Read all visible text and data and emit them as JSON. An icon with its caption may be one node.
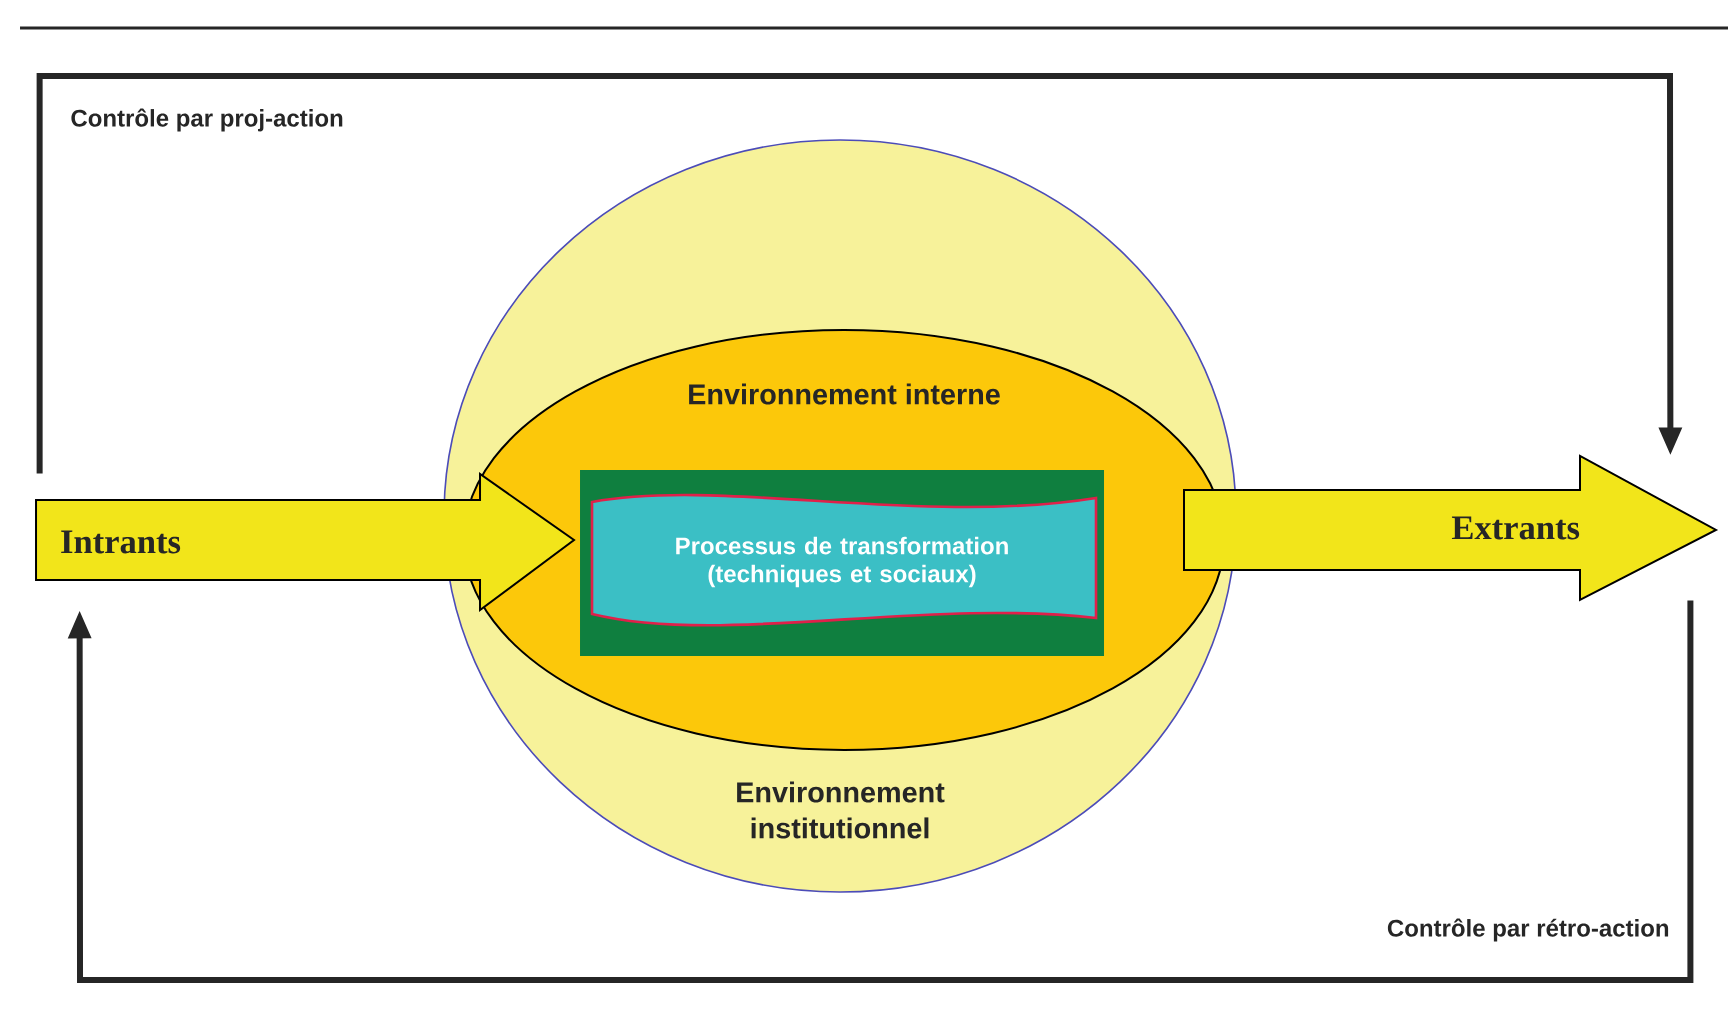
{
  "diagram": {
    "nodes": [
      {
        "text": [
          "Environnement institutionnel"
        ]
      },
      {
        "text": [
          "Environnement interne"
        ],
        "in": 0
      },
      {
        "text": [
          "Processus de transformation (techniques et sociaux)"
        ],
        "in": 1
      },
      {
        "text": [
          "Intrants"
        ]
      },
      {
        "text": [
          "Extrants"
        ]
      }
    ],
    "edges": [
      {
        "from": 3,
        "to": 4,
        "arrow": "to",
        "label": "Contrôle par proj-action"
      },
      {
        "from": 4,
        "to": 3,
        "arrow": "to",
        "label": "Contrôle par rétro-action"
      }
    ]
  }
}
